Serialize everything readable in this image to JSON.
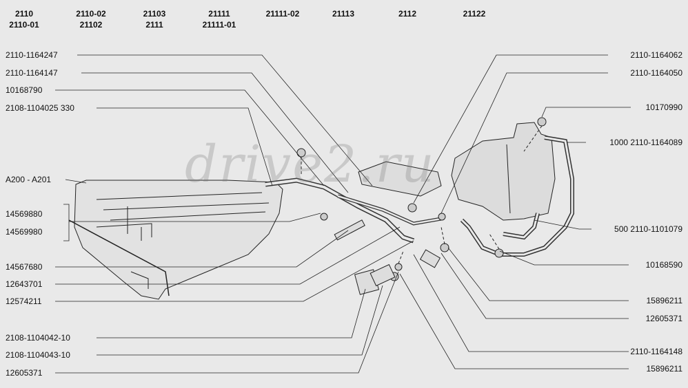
{
  "models": [
    {
      "top": "2110",
      "bottom": "2110-01"
    },
    {
      "top": "2110-02",
      "bottom": "21102"
    },
    {
      "top": "21103",
      "bottom": "2111"
    },
    {
      "top": "21111",
      "bottom": "21111-01"
    },
    {
      "top": "21111-02",
      "bottom": ""
    },
    {
      "top": "21113",
      "bottom": ""
    },
    {
      "top": "2112",
      "bottom": ""
    },
    {
      "top": "21122",
      "bottom": ""
    }
  ],
  "left_labels": [
    "2110-1164247",
    "2110-1164147",
    "10168790",
    "2108-1104025 330",
    "A200 - A201",
    "14569880",
    "14569980",
    "14567680",
    "12643701",
    "12574211",
    "2108-1104042-10",
    "2108-1104043-10",
    "12605371"
  ],
  "right_labels": [
    "2110-1164062",
    "2110-1164050",
    "10170990",
    "1000 2110-1164089",
    "500 2110-1101079",
    "10168590",
    "15896211",
    "12605371",
    "2110-1164148",
    "15896211"
  ],
  "watermark": "drive2.ru"
}
